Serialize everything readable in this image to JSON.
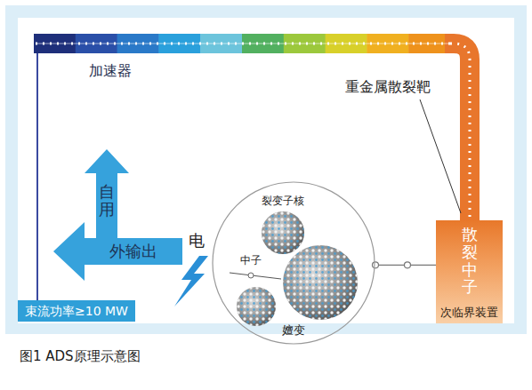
{
  "diagram": {
    "caption": "图1 ADS原理示意图",
    "nodes": [
      {
        "text": [
          "加速器"
        ]
      },
      {
        "text": [
          "自用"
        ]
      },
      {
        "text": [
          "外输出"
        ]
      },
      {
        "text": [
          "嬗变"
        ]
      },
      {
        "text": [
          "裂变子核"
        ],
        "in": 3
      },
      {
        "text": [
          "散裂中子",
          "次临界装置"
        ]
      },
      {
        "text": [
          "束流功率≥10 MW"
        ]
      }
    ],
    "edges": [
      {
        "from": 3,
        "to": 5,
        "arrow": "none"
      }
    ],
    "labels": [
      "重金属散裂靶",
      "电",
      "中子"
    ]
  }
}
